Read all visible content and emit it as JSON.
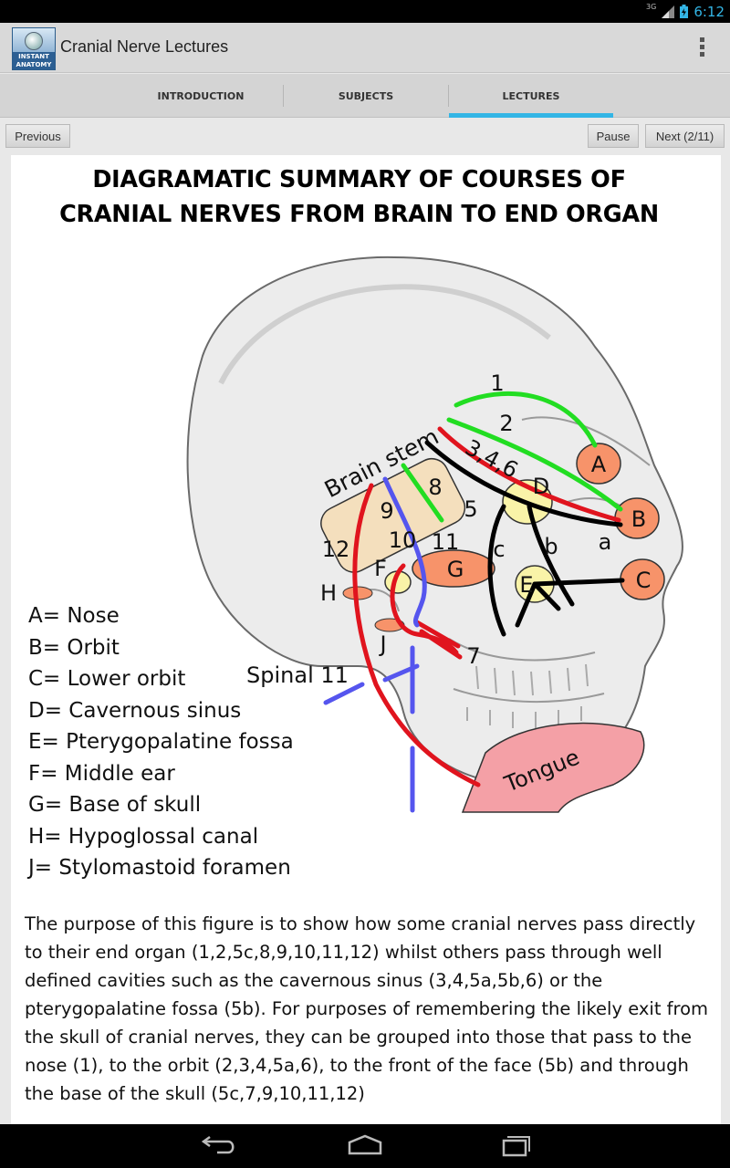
{
  "status_bar": {
    "network": "3G",
    "time": "6:12"
  },
  "action_bar": {
    "title": "Cranial Nerve Lectures",
    "icon_text_line1": "INSTANT",
    "icon_text_line2": "ANATOMY"
  },
  "tabs": [
    {
      "label": "INTRODUCTION"
    },
    {
      "label": "SUBJECTS"
    },
    {
      "label": "LECTURES"
    }
  ],
  "nav": {
    "previous": "Previous",
    "pause": "Pause",
    "next": "Next (2/11)"
  },
  "figure": {
    "title_line1": "DIAGRAMATIC SUMMARY OF COURSES OF",
    "title_line2": "CRANIAL NERVES FROM BRAIN TO END ORGAN",
    "brain_stem": "Brain stem",
    "tongue": "Tongue",
    "spinal": "Spinal 11",
    "nerve_labels": [
      "1",
      "2",
      "3,4,6",
      "5",
      "8",
      "9",
      "10",
      "11",
      "12",
      "7",
      "a",
      "b",
      "c"
    ],
    "site_labels": [
      "A",
      "B",
      "C",
      "D",
      "E",
      "F",
      "G",
      "H",
      "J"
    ],
    "colors": {
      "green": "#22dd22",
      "red": "#e0141e",
      "black": "#000000",
      "blue": "#5555ee",
      "orange": "#f7936a",
      "yellow": "#f9f3a8",
      "tan": "#f4dfbd",
      "pink": "#f4a0a6"
    }
  },
  "legend": [
    "A= Nose",
    "B= Orbit",
    "C= Lower orbit",
    "D= Cavernous sinus",
    "E= Pterygopalatine fossa",
    "F= Middle ear",
    "G= Base of skull",
    "H= Hypoglossal canal",
    "J= Stylomastoid foramen"
  ],
  "description": "The purpose of this figure is to show how some cranial nerves pass directly to their end organ (1,2,5c,8,9,10,11,12) whilst others pass through well defined cavities such as the cavernous sinus (3,4,5a,5b,6) or the pterygopalatine fossa (5b). For purposes of remembering the likely exit from the skull of cranial nerves, they can be grouped into those that pass to the nose (1), to the orbit (2,3,4,5a,6), to the front of the face (5b) and through the base of the skull (5c,7,9,10,11,12)",
  "system_nav": {
    "back": "back-icon",
    "home": "home-icon",
    "recents": "recents-icon"
  }
}
